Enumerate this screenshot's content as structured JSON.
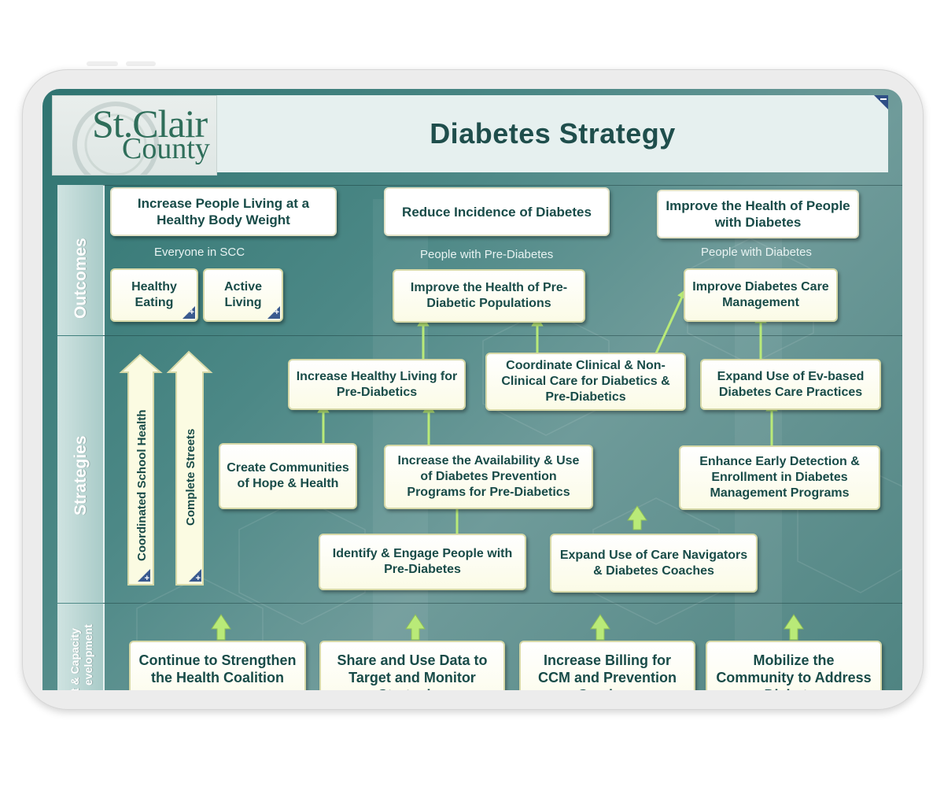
{
  "header": {
    "logo_line1": "St.Clair",
    "logo_line2": "County",
    "title": "Diabetes Strategy"
  },
  "bands": {
    "outcomes": "Outcomes",
    "strategies": "Strategies",
    "capacity_line1": "t & Capacity",
    "capacity_line2": "evelopment"
  },
  "outcomes": {
    "healthy_weight": "Increase People Living at a Healthy Body Weight",
    "reduce_incidence": "Reduce Incidence of Diabetes",
    "improve_health_diabetes": "Improve the Health of People with Diabetes"
  },
  "populations": {
    "everyone": "Everyone in SCC",
    "prediabetes": "People with Pre-Diabetes",
    "diabetes": "People with Diabetes"
  },
  "sub_outcomes": {
    "healthy_eating": "Healthy Eating",
    "active_living": "Active Living",
    "improve_prediabetic": "Improve the Health of Pre-Diabetic Populations",
    "improve_care_mgmt": "Improve Diabetes Care Management"
  },
  "strategies": {
    "coordinated_school_health": "Coordinated School Health",
    "complete_streets": "Complete Streets",
    "increase_healthy_living": "Increase Healthy Living for Pre-Diabetics",
    "coordinate_clinical": "Coordinate Clinical & Non-Clinical Care for Diabetics & Pre-Diabetics",
    "expand_ev_based": "Expand Use of Ev-based Diabetes Care Practices",
    "create_communities": "Create Communities of Hope & Health",
    "increase_availability": "Increase the Availability & Use of Diabetes Prevention Programs for Pre-Diabetics",
    "enhance_early_detection": "Enhance Early Detection & Enrollment in Diabetes Management Programs",
    "identify_engage": "Identify & Engage People with Pre-Diabetes",
    "expand_care_navigators": "Expand Use of Care Navigators & Diabetes Coaches"
  },
  "capacity": {
    "continue_strengthen": "Continue to Strengthen the Health Coalition",
    "share_data": "Share and Use Data to Target and Monitor Strategies",
    "increase_billing": "Increase Billing for CCM and Prevention Services",
    "mobilize_community": "Mobilize the Community to Address Diabetes"
  },
  "colors": {
    "arrow": "#b9ea78",
    "box_text": "#184b48",
    "screen_bg": "#4c8886"
  }
}
